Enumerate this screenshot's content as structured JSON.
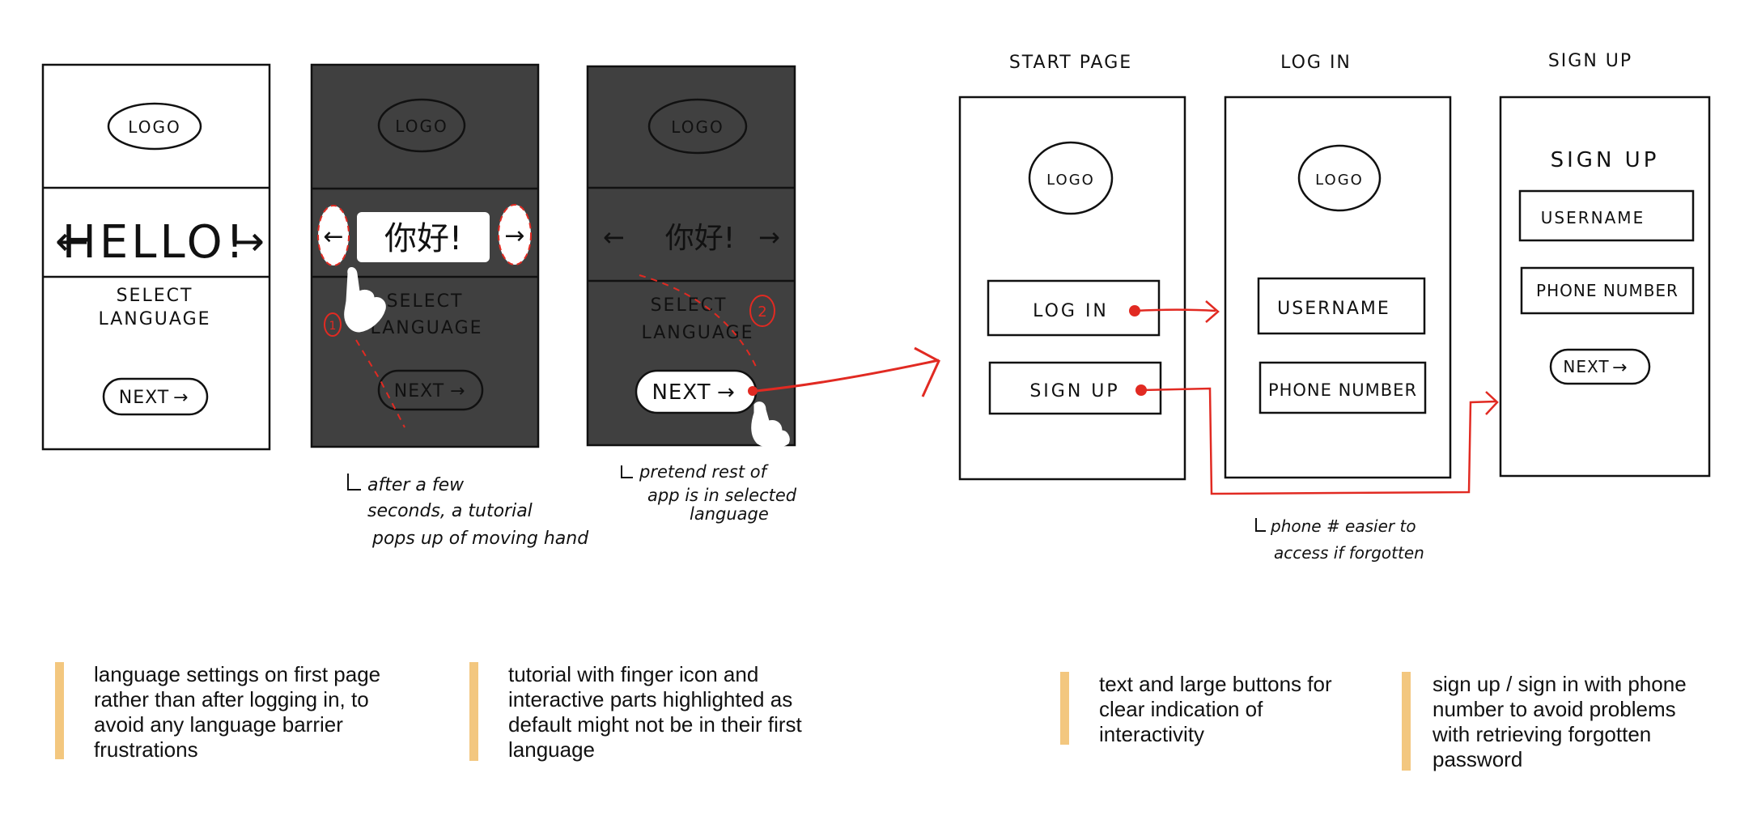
{
  "flow_left": {
    "screen1": {
      "logo": "LOGO",
      "hello": "HELLO!",
      "select": "SELECT",
      "language": "LANGUAGE",
      "next": "NEXT"
    },
    "screen2": {
      "logo": "LOGO",
      "hello": "你好!",
      "select": "SELECT",
      "language": "LANGUAGE",
      "next": "NEXT",
      "step": "1"
    },
    "screen3": {
      "logo": "LOGO",
      "hello": "你好!",
      "select": "SELECT",
      "language": "LANGUAGE",
      "next": "NEXT",
      "step": "2"
    },
    "annotation_tutorial": [
      "after a few",
      "seconds, a tutorial",
      "pops up of moving hand"
    ],
    "annotation_language": [
      "pretend rest of",
      "app is in selected",
      "language"
    ]
  },
  "flow_right": {
    "titles": {
      "start": "START PAGE",
      "login": "LOG IN",
      "signup": "SIGN UP"
    },
    "start": {
      "logo": "LOGO",
      "login_btn": "LOG IN",
      "signup_btn": "SIGN UP"
    },
    "login": {
      "logo": "LOGO",
      "username": "USERNAME",
      "phone": "PHONE NUMBER"
    },
    "signup": {
      "heading": "SIGN UP",
      "username": "USERNAME",
      "phone": "PHONE NUMBER",
      "next": "NEXT"
    },
    "annotation_phone": [
      "phone # easier to",
      "access if forgotten"
    ]
  },
  "notes": [
    {
      "text": "language settings on first page rather than after logging in, to avoid any language barrier frustrations"
    },
    {
      "text": "tutorial with finger icon and interactive parts highlighted as default might not be in their first language"
    },
    {
      "text": "text and large buttons for clear indication of interactivity"
    },
    {
      "text": "sign up / sign in with phone number to avoid problems with retrieving forgotten password"
    }
  ],
  "colors": {
    "dark_screen": "#404040",
    "accent_red": "#e12a22",
    "note_bar": "#f3c77f"
  }
}
